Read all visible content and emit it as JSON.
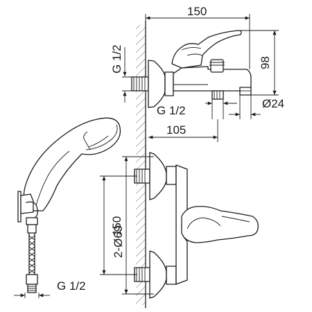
{
  "labels": {
    "top_width": "150",
    "top_thread": "G 1/2",
    "height": "98",
    "spout_thread": "G 1/2",
    "spout_diameter": "Ø24",
    "spout_reach": "105",
    "front_height": "150",
    "wall_spacing": "2-Ø69",
    "hose_thread": "G 1/2"
  }
}
